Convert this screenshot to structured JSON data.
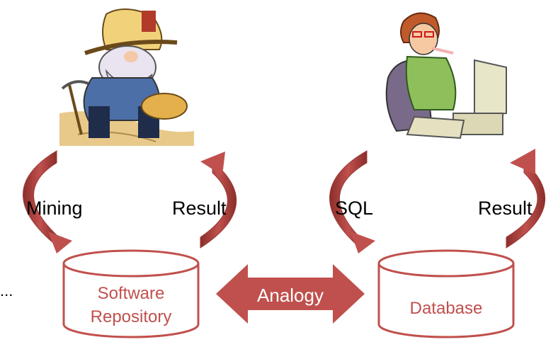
{
  "left": {
    "mining_label": "Mining",
    "result_label": "Result",
    "repo_line1": "Software",
    "repo_line2": "Repository"
  },
  "right": {
    "sql_label": "SQL",
    "result_label": "Result",
    "db_label": "Database"
  },
  "center": {
    "analogy_label": "Analogy"
  },
  "ellipsis": "...",
  "colors": {
    "arrow": "#c0504d",
    "arrow_dark": "#8b2e2b",
    "cylinder_stroke": "#c0504d",
    "label_text": "#c0504d"
  },
  "images": [
    "gold-miner-illustration",
    "office-worker-at-computer-illustration"
  ]
}
